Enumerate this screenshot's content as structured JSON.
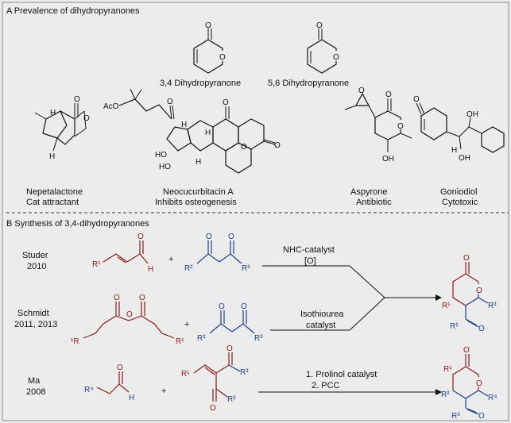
{
  "panel_a": {
    "heading": "A Prevalence of dihydropyranones",
    "top_labels": [
      "3,4 Dihydropyranone",
      "5,6 Dihydropyranone"
    ],
    "compounds": [
      {
        "name": "Nepetalactone",
        "activity": "Cat attractant"
      },
      {
        "name": "Neocucurbitacin A",
        "activity": "Inhibits osteogenesis"
      },
      {
        "name": "Aspyrone",
        "activity": "Antibiotic"
      },
      {
        "name": "Goniodiol",
        "activity": "Cytotoxic"
      }
    ],
    "atoms": {
      "o": "O",
      "h": "H",
      "ho": "HO",
      "oh": "OH",
      "aco": "AcO"
    }
  },
  "panel_b": {
    "heading": "B Synthesis of 3,4-dihydropyranones",
    "studies": [
      {
        "author": "Studer",
        "year": "2010"
      },
      {
        "author": "Schmidt",
        "year": "2011, 2013"
      },
      {
        "author": "Ma",
        "year": "2008"
      }
    ],
    "conditions": {
      "studer": [
        "NHC-catalyst",
        "[O]"
      ],
      "schmidt": [
        "Isothiourea",
        "catalyst"
      ],
      "ma": [
        "1. Prolinol catalyst",
        "2. PCC"
      ]
    },
    "plus": "+",
    "atoms": {
      "o": "O",
      "h": "H",
      "r1": "R¹",
      "r1_left": "¹R",
      "r2": "R²",
      "r3": "R³",
      "r4": "R⁴"
    }
  },
  "colors": {
    "red": "#8b1a1a",
    "blue": "#1f3e8c",
    "background": "#ececec"
  }
}
